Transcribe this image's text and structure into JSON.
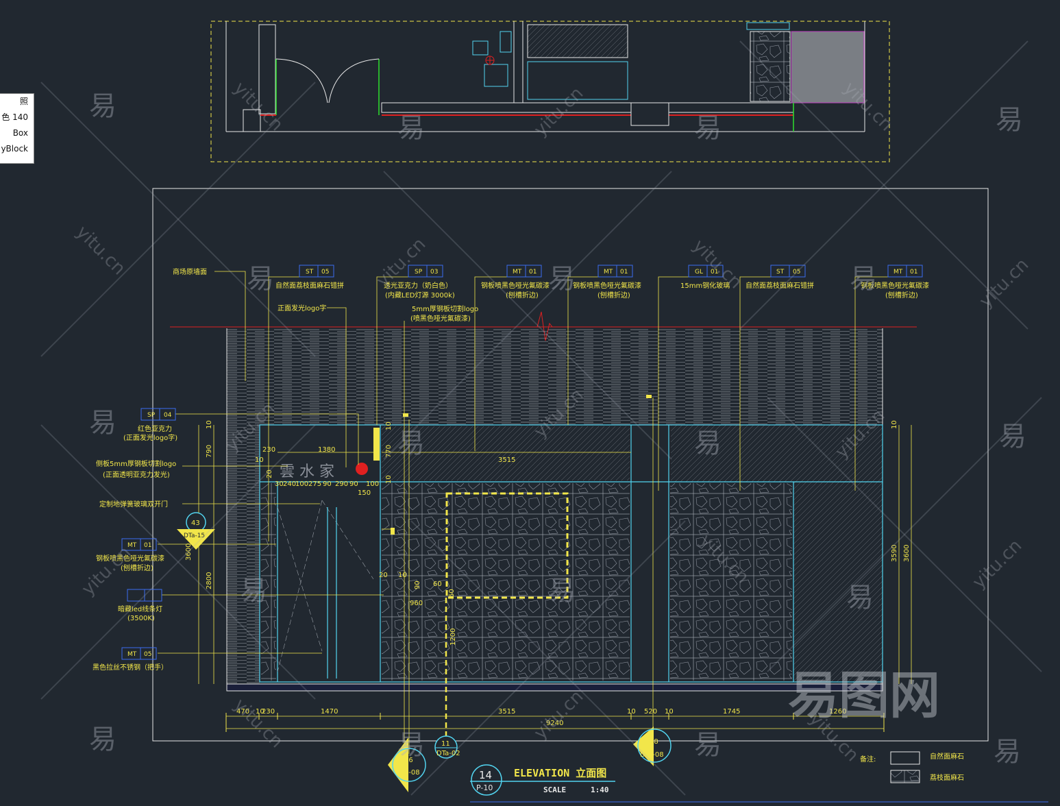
{
  "popup": {
    "items": [
      "照",
      "色 140",
      "Box",
      "yBlock"
    ]
  },
  "watermark": {
    "char": "易",
    "domain": "yitu.cn",
    "logo": "易图网"
  },
  "colors": {
    "background": "#212830",
    "annotation": "#f2e64a",
    "outline": "#52d4f0",
    "red_line": "#e02020",
    "green_line": "#2ee02e",
    "stone": "#8f95a0"
  },
  "callouts": {
    "wall_original": "商场原墙面",
    "st05_a": {
      "code": "ST",
      "num": "05",
      "text": "自然面荔枝面麻石错拼"
    },
    "sp03": {
      "code": "SP",
      "num": "03",
      "text": "透光亚克力（奶白色）",
      "text2": "(内藏LED灯源 3000k)"
    },
    "mt01_a": {
      "code": "MT",
      "num": "01",
      "text": "钢板喷黑色哑光氟碳漆",
      "text2": "(刨槽折边)"
    },
    "mt01_b": {
      "code": "MT",
      "num": "01",
      "text": "钢板喷黑色哑光氟碳漆",
      "text2": "(刨槽折边)"
    },
    "gl01": {
      "code": "GL",
      "num": "01",
      "text": "15mm钢化玻璃"
    },
    "st05_b": {
      "code": "ST",
      "num": "05",
      "text": "自然面荔枝面麻石错拼"
    },
    "mt01_c": {
      "code": "MT",
      "num": "01",
      "text": "钢板喷黑色哑光氟碳漆",
      "text2": "(刨槽折边)"
    },
    "front_logo": "正面发光logo字",
    "steel_logo": "5mm厚钢板切割logo",
    "steel_logo2": "(喷黑色哑光氟碳漆)",
    "sp04": {
      "code": "SP",
      "num": "04",
      "text": "红色亚克力",
      "text2": "(正面发光logo字)"
    },
    "side_logo": "侧板5mm厚钢板切割logo",
    "side_logo2": "(正面透明亚克力发光)",
    "door": "定制地弹簧玻璃双开门",
    "mt01_d": {
      "code": "MT",
      "num": "01",
      "text": "钢板喷黑色哑光氟碳漆",
      "text2": "(刨槽折边)"
    },
    "led": "暗藏led线条灯",
    "led2": "(3500K)",
    "mt05": {
      "code": "MT",
      "num": "05",
      "text": "黑色拉丝不锈钢（把手）"
    }
  },
  "dimensions": {
    "bottom": [
      "470",
      "10",
      "230",
      "1470",
      "3515",
      "10",
      "520",
      "10",
      "1745",
      "1260"
    ],
    "total": "9240",
    "left": [
      "10",
      "790",
      "3600",
      "2800"
    ],
    "right": [
      "10",
      "3590",
      "3600"
    ],
    "inner": [
      "230",
      "1380",
      "10",
      "3515",
      "770",
      "10",
      "10",
      "150",
      "30",
      "240",
      "100",
      "275",
      "90",
      "290",
      "90",
      "100",
      "20",
      "90",
      "60",
      "960",
      "60",
      "1200",
      "10",
      "20"
    ]
  },
  "section_markers": [
    {
      "num": "43",
      "sheet": "DTa-15"
    },
    {
      "num": "26",
      "sheet": "DTa-08"
    },
    {
      "num": "11",
      "sheet": "DTa-02"
    },
    {
      "num": "28",
      "sheet": "DTa-08"
    }
  ],
  "title_block": {
    "number": "14",
    "sheet": "P-10",
    "title": "ELEVATION 立面图",
    "scale_label": "SCALE",
    "scale": "1:40"
  },
  "legend": {
    "label": "备注:",
    "items": [
      "自然面麻石",
      "荔枝面麻石"
    ]
  },
  "logo_text": "雲 水 家"
}
